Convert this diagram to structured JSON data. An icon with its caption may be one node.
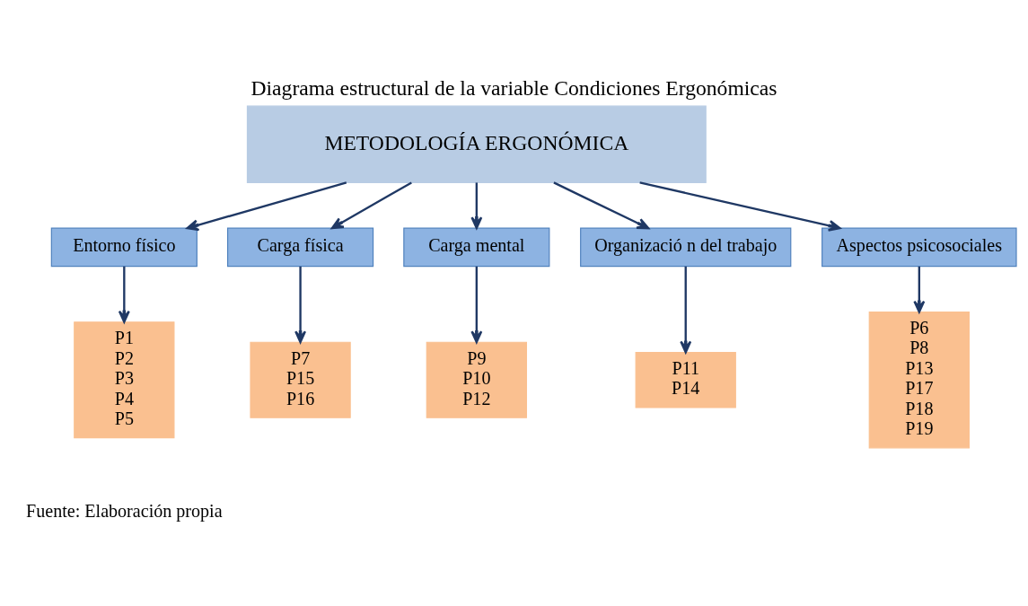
{
  "diagram": {
    "title": "Diagrama estructural de la variable Condiciones Ergonómicas",
    "caption": "Fuente: Elaboración propia",
    "nodes": [
      {
        "text": [
          "METODOLOGÍA ERGONÓMICA"
        ]
      },
      {
        "text": [
          "Entorno físico"
        ]
      },
      {
        "text": [
          "Carga física"
        ]
      },
      {
        "text": [
          "Carga mental"
        ]
      },
      {
        "text": [
          "Organizació n del trabajo"
        ]
      },
      {
        "text": [
          "Aspectos psicosociales"
        ]
      },
      {
        "text": [
          "P1",
          "P2",
          "P3",
          "P4",
          "P5"
        ]
      },
      {
        "text": [
          "P7",
          "P15",
          "P16"
        ]
      },
      {
        "text": [
          "P9",
          "P10",
          "P12"
        ]
      },
      {
        "text": [
          "P11",
          "P14"
        ]
      },
      {
        "text": [
          "P6",
          "P8",
          "P13",
          "P17",
          "P18",
          "P19"
        ]
      }
    ],
    "edges": [
      {
        "from": 0,
        "to": 1,
        "arrow": "to"
      },
      {
        "from": 0,
        "to": 2,
        "arrow": "to"
      },
      {
        "from": 0,
        "to": 3,
        "arrow": "to"
      },
      {
        "from": 0,
        "to": 4,
        "arrow": "to"
      },
      {
        "from": 0,
        "to": 5,
        "arrow": "to"
      },
      {
        "from": 1,
        "to": 6,
        "arrow": "to"
      },
      {
        "from": 2,
        "to": 7,
        "arrow": "to"
      },
      {
        "from": 3,
        "to": 8,
        "arrow": "to"
      },
      {
        "from": 4,
        "to": 9,
        "arrow": "to"
      },
      {
        "from": 5,
        "to": 10,
        "arrow": "to"
      }
    ]
  }
}
